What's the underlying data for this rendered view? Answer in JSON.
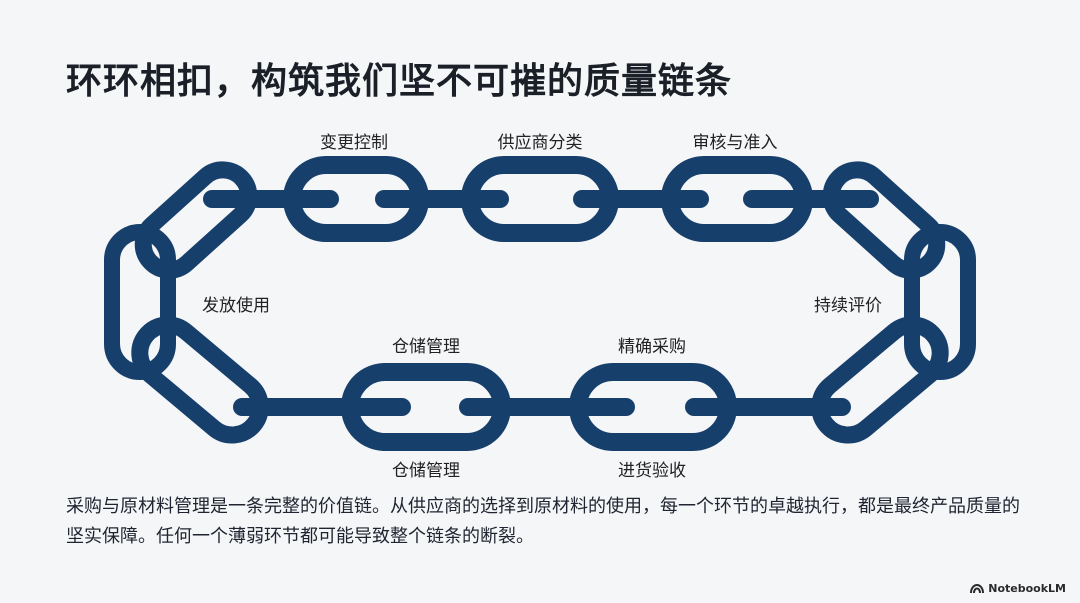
{
  "title": "环环相扣，构筑我们坚不可摧的质量链条",
  "diagram": {
    "stages": [
      {
        "id": "change-control",
        "label": "变更控制"
      },
      {
        "id": "supplier-classification",
        "label": "供应商分类"
      },
      {
        "id": "audit-and-access",
        "label": "审核与准入"
      },
      {
        "id": "continuous-evaluation",
        "label": "持续评价"
      },
      {
        "id": "precise-procurement",
        "label": "精确采购"
      },
      {
        "id": "warehouse-management-top",
        "label": "仓储管理"
      },
      {
        "id": "issue-and-use",
        "label": "发放使用"
      },
      {
        "id": "warehouse-management-bottom",
        "label": "仓储管理"
      },
      {
        "id": "incoming-inspection",
        "label": "进货验收"
      }
    ],
    "chain_color": "#173f6b"
  },
  "description": "采购与原材料管理是一条完整的价值链。从供应商的选择到原材料的使用，每一个环节的卓越执行，都是最终产品质量的坚实保障。任何一个薄弱环节都可能导致整个链条的断裂。",
  "brand": {
    "name": "NotebookLM",
    "icon": "notebooklm-logo-icon"
  }
}
